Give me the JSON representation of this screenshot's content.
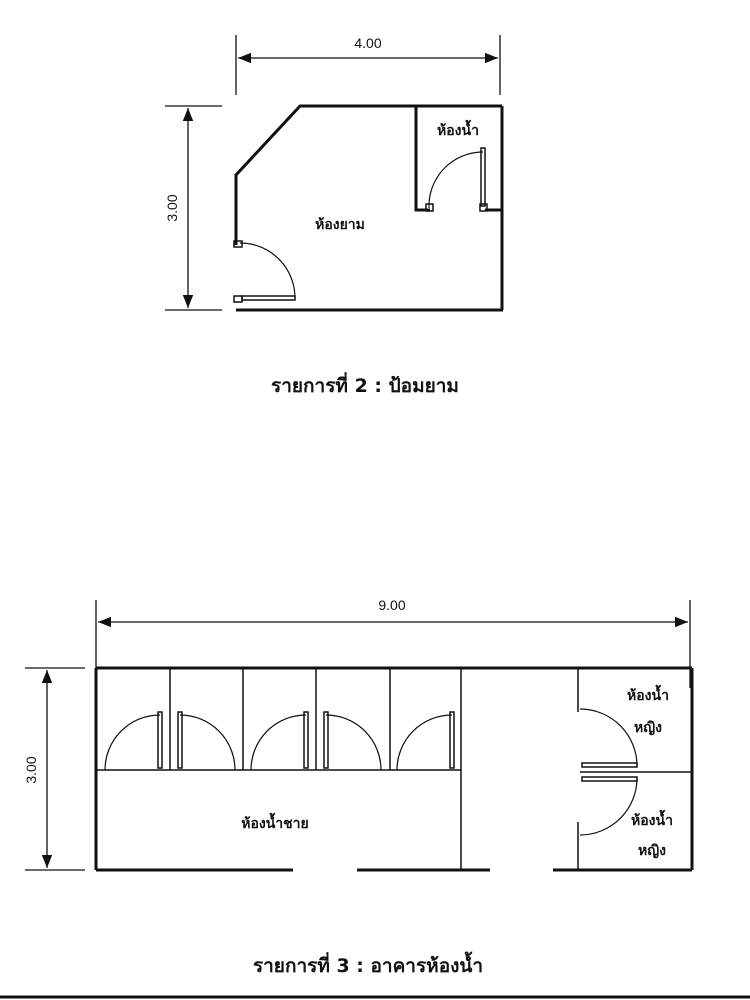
{
  "plan_guardhouse": {
    "width_dim": "4.00",
    "height_dim": "3.00",
    "room_main": "ห้องยาม",
    "room_bath": "ห้องน้ำ",
    "caption": "รายการที่ 2 :  ป้อมยาม"
  },
  "plan_restroom": {
    "width_dim": "9.00",
    "height_dim": "3.00",
    "room_men": "ห้องน้ำชาย",
    "room_women_1a": "ห้องน้ำ",
    "room_women_1b": "หญิง",
    "room_women_2a": "ห้องน้ำ",
    "room_women_2b": "หญิง",
    "caption": "รายการที่ 3 :  อาคารห้องน้ำ"
  }
}
